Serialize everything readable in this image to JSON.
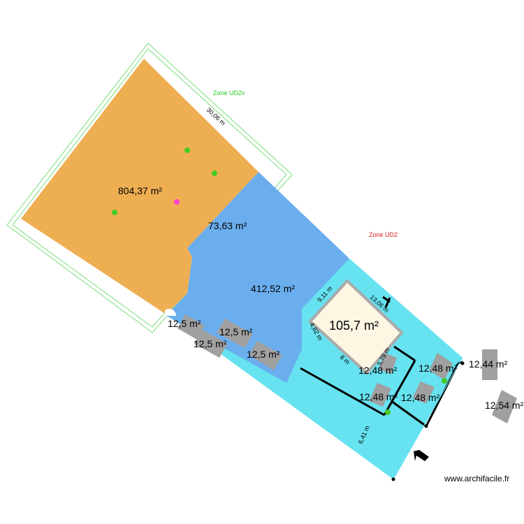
{
  "zones": [
    {
      "label": "Zone UD2v",
      "color": "#22cc22"
    },
    {
      "label": "Zone UD2",
      "color": "#dd2222"
    }
  ],
  "areas": {
    "orange_parcel": "804,37 m²",
    "blue_strip": "73,63 m²",
    "blue_main": "412,52 m²",
    "house": "105,7 m²",
    "parking_1": "12,5 m²",
    "parking_2": "12,5 m²",
    "parking_3": "12,5 m²",
    "parking_4": "12,5 m²",
    "pad_1": "12,48 m²",
    "pad_2": "12,48 m²",
    "pad_3": "12,48 m²",
    "pad_4": "12,48 m²",
    "outside_1": "12,44 m²",
    "outside_2": "12,54 m²"
  },
  "dimensions": {
    "top_edge": "30,06 m",
    "house_top": "9,11 m",
    "house_right": "13,06 m",
    "house_left": "4,82 m",
    "house_bottom": "8 m",
    "pad_side": "5,79 m",
    "fence_side": "6,41 m"
  },
  "colors": {
    "parcel_orange": "#eeae52",
    "zone_blue": "#6aaeee",
    "zone_cyan": "#66e2f0",
    "house_fill": "#fdf6e3",
    "house_stroke": "#aaaaaa",
    "pad_gray": "#a0a0a0",
    "marker_green": "#44cc22",
    "marker_pink": "#ff44cc",
    "fence_black": "#000000"
  },
  "footer": {
    "credit": "www.archifacile.fr"
  }
}
